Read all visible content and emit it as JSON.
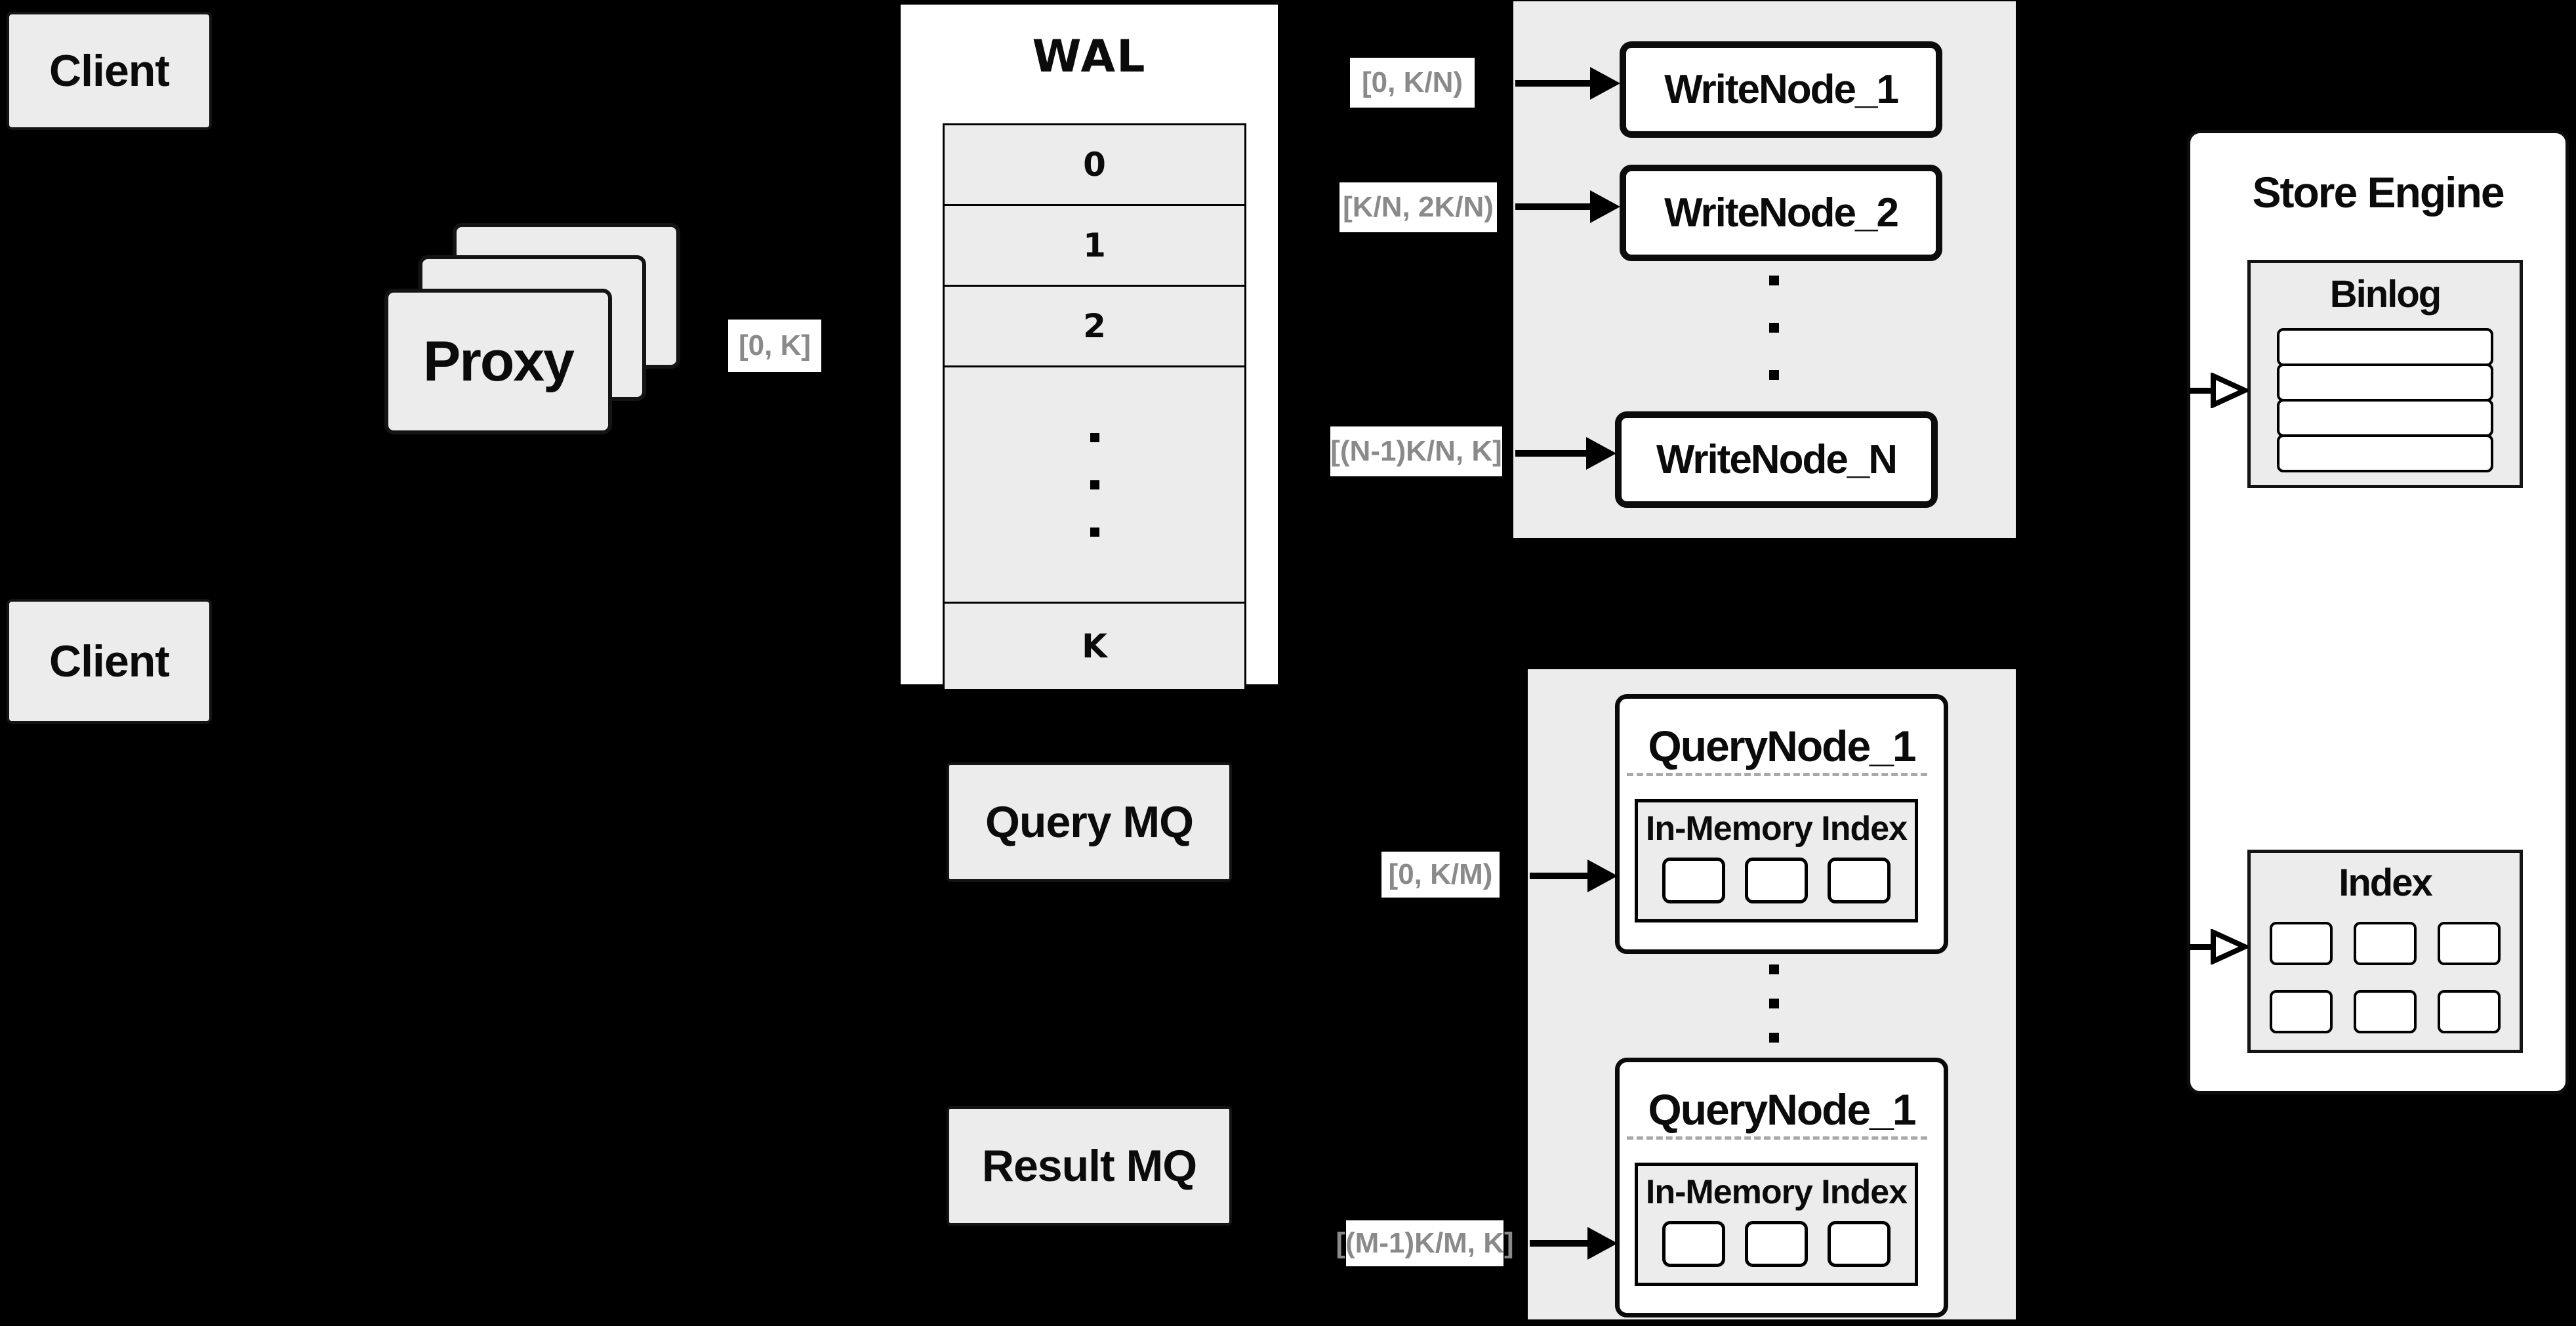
{
  "colors": {
    "background": "#000000",
    "panel_fill": "#ececec",
    "node_fill": "#ffffff",
    "border": "#111111",
    "range_label_text": "#8a8a8a",
    "dashed_divider": "#a9a9a9"
  },
  "clients": {
    "top_label": "Client",
    "bottom_label": "Client"
  },
  "proxy": {
    "label": "Proxy",
    "stacked_cards": 3
  },
  "wal": {
    "title": "WAL",
    "rows": [
      "0",
      "1",
      "2"
    ],
    "last_row": "K",
    "ellipsis_dot_count": 3
  },
  "range_labels": {
    "proxy_to_wal": "[0, K]",
    "to_writenode_1": "[0, K/N)",
    "to_writenode_2": "[K/N, 2K/N)",
    "to_writenode_n": "[(N-1)K/N, K]",
    "to_querynode_top": "[0, K/M)",
    "to_querynode_bottom": "[(M-1)K/M, K]"
  },
  "write_nodes": {
    "node_1": "WriteNode_1",
    "node_2": "WriteNode_2",
    "node_n": "WriteNode_N",
    "ellipsis_dot_count": 3
  },
  "store_engine": {
    "title": "Store Engine",
    "binlog": {
      "title": "Binlog",
      "row_count": 4
    },
    "index": {
      "title": "Index",
      "cell_count": 6
    }
  },
  "query_nodes": {
    "top": {
      "title": "QueryNode_1",
      "inmem_title": "In-Memory Index",
      "segment_count": 3
    },
    "bottom": {
      "title": "QueryNode_1",
      "inmem_title": "In-Memory Index",
      "segment_count": 3
    },
    "ellipsis_dot_count": 3
  },
  "message_queues": {
    "query": "Query MQ",
    "result": "Result MQ"
  }
}
